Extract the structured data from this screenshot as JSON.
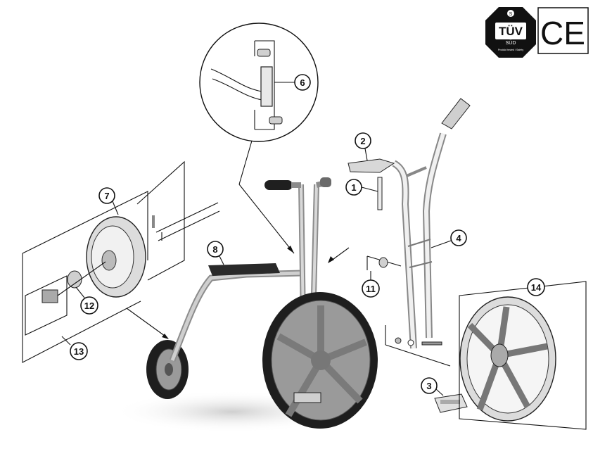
{
  "certifications": {
    "tuv": {
      "title": "TÜV",
      "sub": "SÜD",
      "fine": "Produkt tested / Safety",
      "color": "#111111"
    },
    "ce": {
      "mark": "CE"
    }
  },
  "callouts": {
    "c1": "1",
    "c2": "2",
    "c3": "3",
    "c4": "4",
    "c6": "6",
    "c7": "7",
    "c8": "8",
    "c11": "11",
    "c12": "12",
    "c13": "13",
    "c14": "14"
  },
  "colors": {
    "frame": "#bdbdbd",
    "tire": "#1e1e1e",
    "rim": "#9a9a9a",
    "line": "#111111"
  }
}
